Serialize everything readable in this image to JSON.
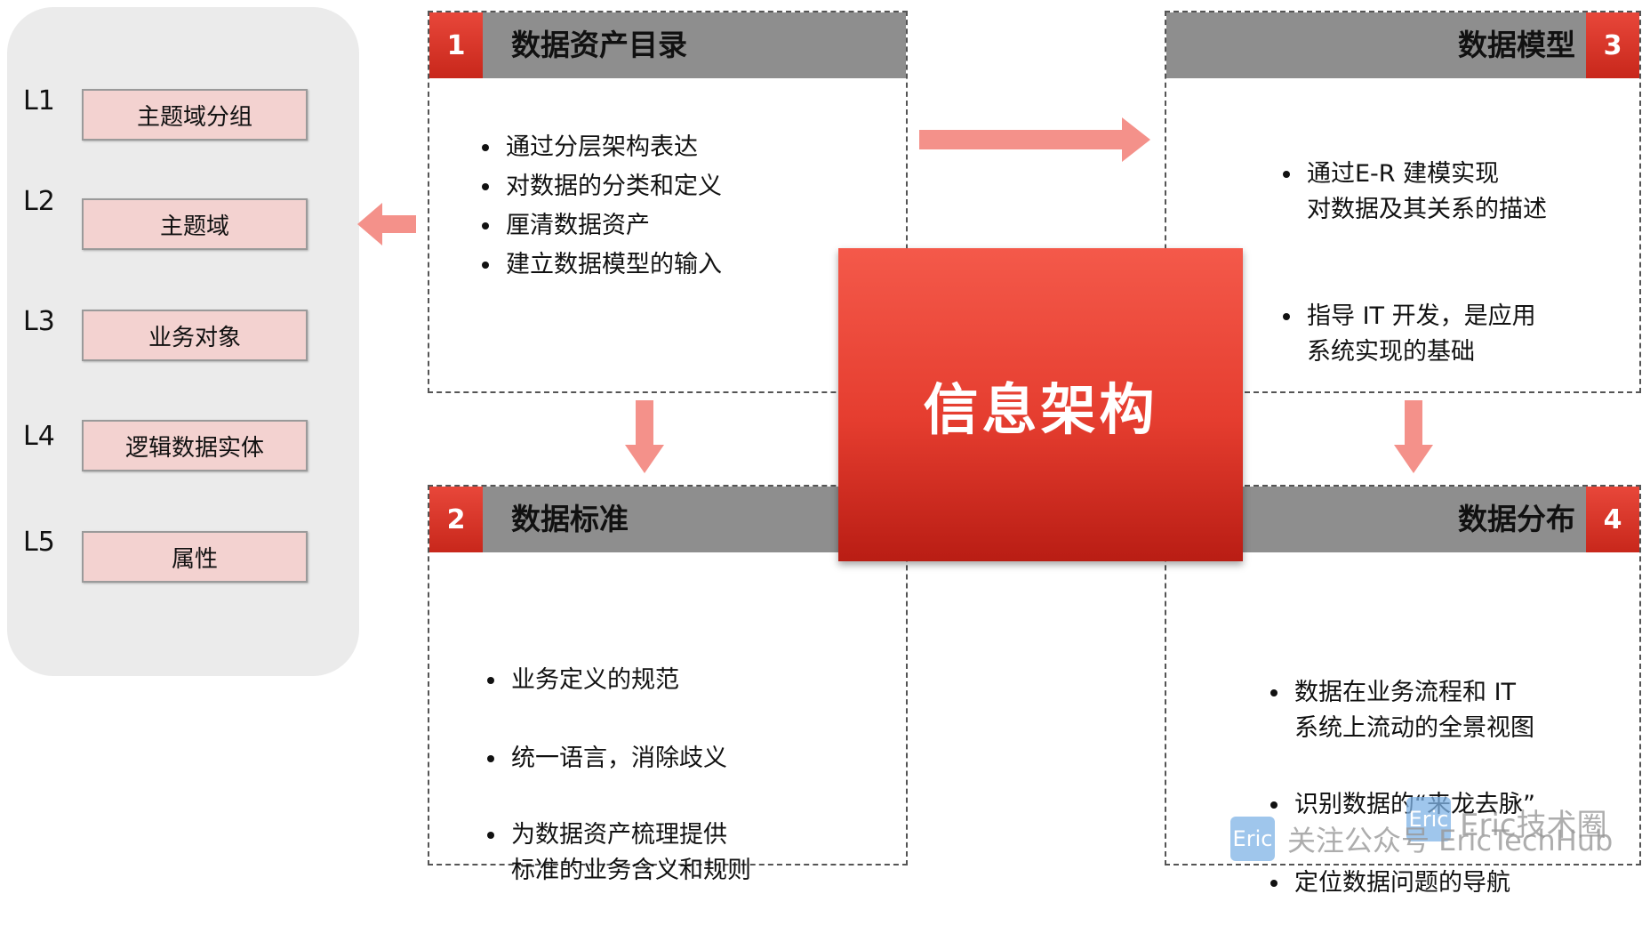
{
  "levels": [
    {
      "label": "L1",
      "name": "主题域分组"
    },
    {
      "label": "L2",
      "name": "主题域"
    },
    {
      "label": "L3",
      "name": "业务对象"
    },
    {
      "label": "L4",
      "name": "逻辑数据实体"
    },
    {
      "label": "L5",
      "name": "属性"
    }
  ],
  "center": {
    "title": "信息架构"
  },
  "panels": {
    "p1": {
      "num": "1",
      "title": "数据资产目录",
      "bullets": [
        "通过分层架构表达",
        "对数据的分类和定义",
        "厘清数据资产",
        "建立数据模型的输入"
      ]
    },
    "p2": {
      "num": "2",
      "title": "数据标准",
      "bullets": [
        "业务定义的规范",
        "统一语言，消除歧义",
        "为数据资产梳理提供\n标准的业务含义和规则"
      ]
    },
    "p3": {
      "num": "3",
      "title": "数据模型",
      "bullets": [
        "通过E-R 建模实现\n对数据及其关系的描述",
        "指导 IT 开发，是应用\n系统实现的基础"
      ]
    },
    "p4": {
      "num": "4",
      "title": "数据分布",
      "bullets": [
        "数据在业务流程和 IT\n系统上流动的全景视图",
        "识别数据的“来龙去脉”",
        "定位数据问题的导航"
      ]
    }
  },
  "watermark": {
    "badge_1": "Eric",
    "text_1": "Eric技术圈",
    "badge_2": "Eric",
    "text_2": "关注公众号 EricTechHub"
  },
  "colors": {
    "accent_red": "#e53d2f",
    "arrow_pink": "#f4918a",
    "header_gray": "#8e8e8e",
    "level_box_pink": "#f3d2d0"
  }
}
